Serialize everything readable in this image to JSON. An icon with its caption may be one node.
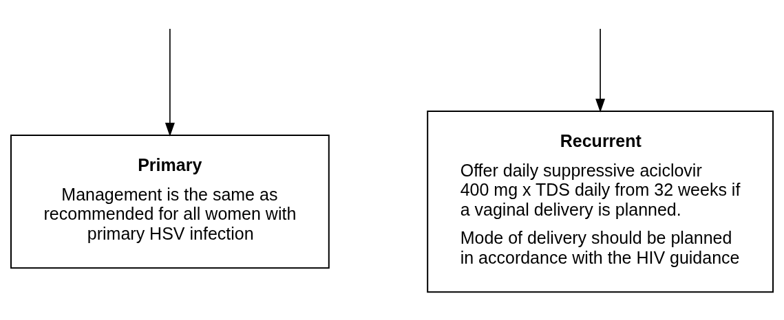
{
  "diagram": {
    "nodes": [
      {
        "text": [
          "Primary",
          "Management is the same as recommended for all women with primary HSV infection"
        ]
      },
      {
        "text": [
          "Recurrent",
          "Offer daily suppressive aciclovir 400 mg x TDS daily from 32 weeks if a vaginal delivery is planned.",
          "Mode of delivery should be planned in accordance with the HIV guidance"
        ]
      }
    ],
    "edges": [
      {
        "from": null,
        "to": 0,
        "arrow": "to"
      },
      {
        "from": null,
        "to": 1,
        "arrow": "to"
      }
    ]
  }
}
